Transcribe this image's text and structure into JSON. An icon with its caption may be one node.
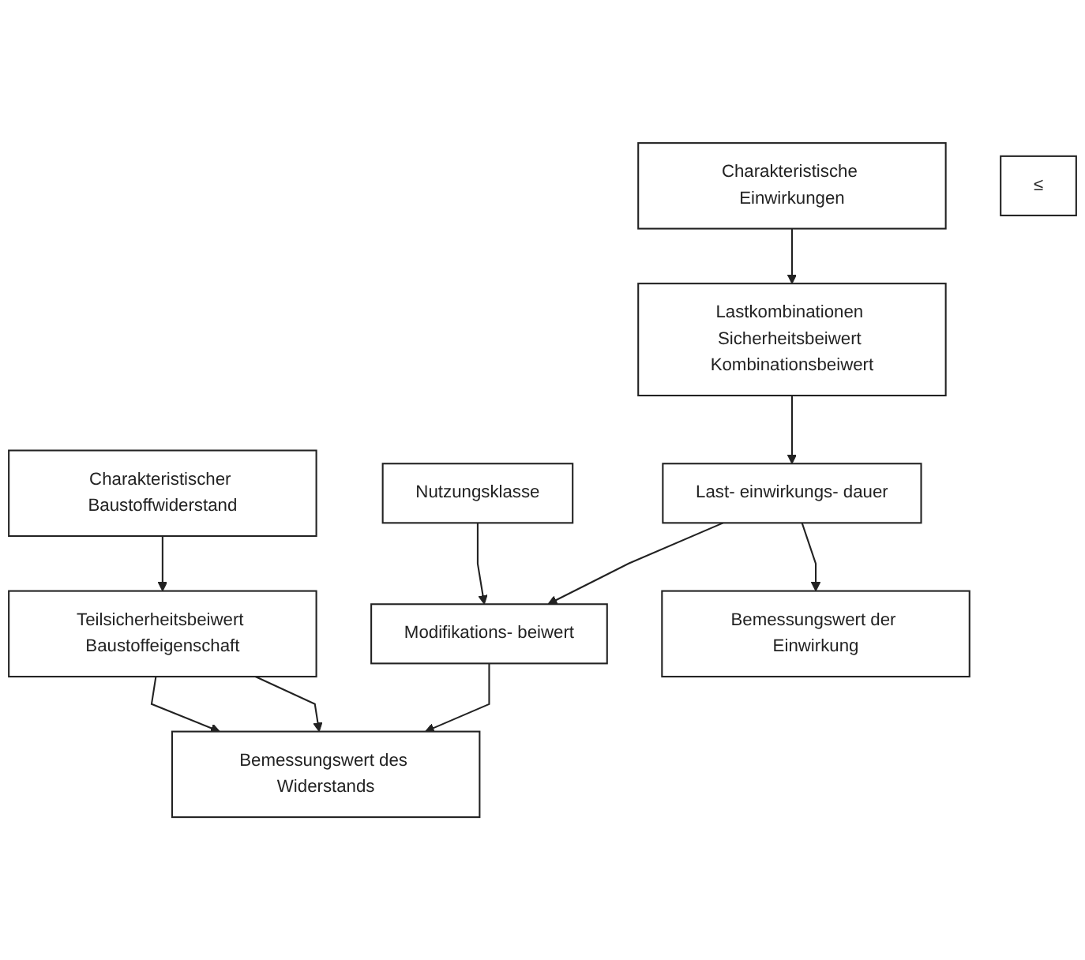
{
  "diagram": {
    "nodes": [
      {
        "text": [
          "Charakteristische Einwirkungen"
        ]
      },
      {
        "text": [
          "Charakteristischer Baustoffwiderstand"
        ]
      },
      {
        "text": [
          "Lastkombinationen Sicherheitsbeiwert Kombinationsbeiwert"
        ]
      },
      {
        "text": [
          "Nutzungsklasse"
        ]
      },
      {
        "text": [
          "Last- einwirkungs- dauer"
        ]
      },
      {
        "text": [
          "Modifikations- beiwert"
        ]
      },
      {
        "text": [
          "Teilsicherheitsbeiwert Baustoffeigenschaft"
        ]
      },
      {
        "text": [
          "Bemessungswert der Einwirkung"
        ]
      },
      {
        "text": [
          "≤"
        ]
      },
      {
        "text": [
          "Bemessungswert des Widerstands"
        ]
      }
    ],
    "edges": [
      {
        "from": 0,
        "to": 2,
        "arrow": "to"
      },
      {
        "from": 2,
        "to": 4,
        "arrow": "to"
      },
      {
        "from": 4,
        "to": 5,
        "arrow": "to"
      },
      {
        "from": 3,
        "to": 5,
        "arrow": "to"
      },
      {
        "from": 1,
        "to": 6,
        "arrow": "to"
      },
      {
        "from": 4,
        "to": 7,
        "arrow": "to"
      },
      {
        "from": 5,
        "to": 9,
        "arrow": "to"
      },
      {
        "from": 6,
        "to": 9,
        "arrow": "to"
      },
      {
        "from": 6,
        "to": 9,
        "arrow": "to"
      }
    ]
  }
}
